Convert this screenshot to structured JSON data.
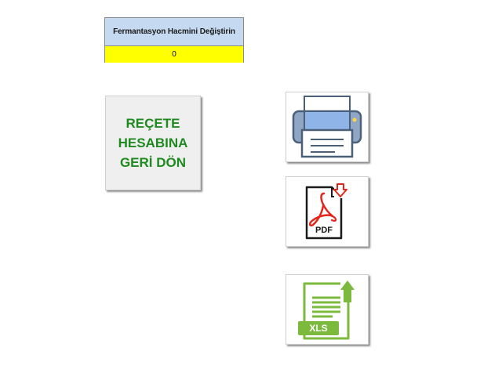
{
  "fermentation_volume": {
    "header": "Fermantasyon Hacmini Değiştirin",
    "value": "0",
    "header_bg": "#c5d9f1",
    "value_bg": "#ffff00"
  },
  "back_button": {
    "label": "REÇETE\nHESABINA\nGERİ DÖN",
    "color": "#1f8a1f"
  },
  "actions": [
    {
      "icon": "printer-icon"
    },
    {
      "icon": "pdf-icon",
      "text": "PDF"
    },
    {
      "icon": "xls-icon",
      "text": "XLS"
    }
  ]
}
